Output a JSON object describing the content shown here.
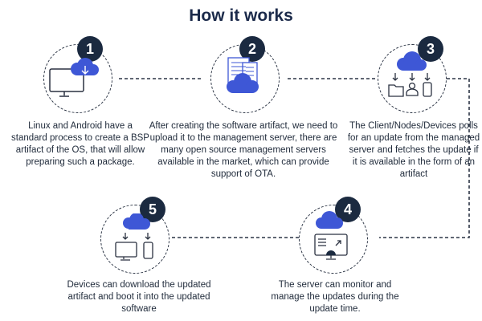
{
  "title": "How it works",
  "colors": {
    "accent_blue": "#3e57d6",
    "badge": "#1b2a40",
    "dash": "#2c3545"
  },
  "steps": [
    {
      "number": "1",
      "icon": "monitor-cloud-download-icon",
      "text": "Linux and Android have a standard process to create a BSP artifact of the OS, that will allow preparing such a package."
    },
    {
      "number": "2",
      "icon": "server-building-cloud-icon",
      "text": "After creating the software artifact, we need to upload it to the management server, there are many open source management servers available in the market, which can provide support of OTA."
    },
    {
      "number": "3",
      "icon": "cloud-folder-user-phone-icon",
      "text": "The Client/Nodes/Devices polls for an update from the managed server and fetches the update if it is available in the form of an artifact"
    },
    {
      "number": "4",
      "icon": "cloud-monitor-dashboard-icon",
      "text": "The server can monitor and manage the updates during the update time."
    },
    {
      "number": "5",
      "icon": "cloud-monitor-phone-icon",
      "text": "Devices can download the updated artifact and boot it into the updated software"
    }
  ]
}
